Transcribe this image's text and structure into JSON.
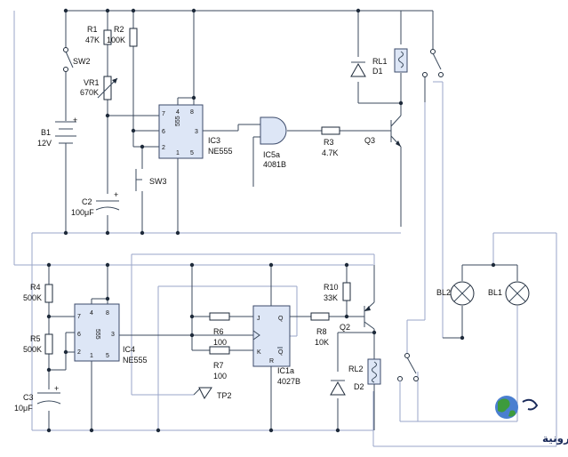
{
  "labels": {
    "r1": "R1",
    "r1_val": "47K",
    "r2": "R2",
    "r2_val": "100K",
    "sw2": "SW2",
    "vr1": "VR1",
    "vr1_val": "670K",
    "b1": "B1",
    "b1_val": "12V",
    "c2": "C2",
    "c2_val": "100μF",
    "sw3": "SW3",
    "ic3": "IC3",
    "ic3_type": "NE555",
    "ic5a": "IC5a",
    "ic5a_type": "4081B",
    "r3": "R3",
    "r3_val": "4.7K",
    "q3": "Q3",
    "rl1": "RL1",
    "d1": "D1",
    "r4": "R4",
    "r4_val": "500K",
    "r5": "R5",
    "r5_val": "500K",
    "c3": "C3",
    "c3_val": "10μF",
    "ic4": "IC4",
    "ic4_type": "NE555",
    "r6": "R6",
    "r6_val": "100",
    "r7": "R7",
    "r7_val": "100",
    "tp2": "TP2",
    "ic1a": "IC1a",
    "ic1a_type": "4027B",
    "r10": "R10",
    "r10_val": "33K",
    "r8": "R8",
    "r8_val": "10K",
    "q2": "Q2",
    "rl2": "RL2",
    "d2": "D2",
    "bl2": "BL2",
    "bl1": "BL1",
    "plus": "+",
    "chip_mark": "555"
  },
  "pins": {
    "p1": "1",
    "p2": "2",
    "p3": "3",
    "p4": "4",
    "p5": "5",
    "p6": "6",
    "p7": "7",
    "p8": "8",
    "j": "J",
    "k": "K",
    "q": "Q",
    "qbar": "Q",
    "r": "R"
  },
  "watermark": {
    "text": "القرية الالكترونية"
  },
  "colors": {
    "wire": "#3b4a5c",
    "wire_blue": "#9aa6c8",
    "chip_fill": "#dde6f6",
    "globe_green": "#3d9b3d",
    "globe_blue": "#4a7fd0"
  }
}
